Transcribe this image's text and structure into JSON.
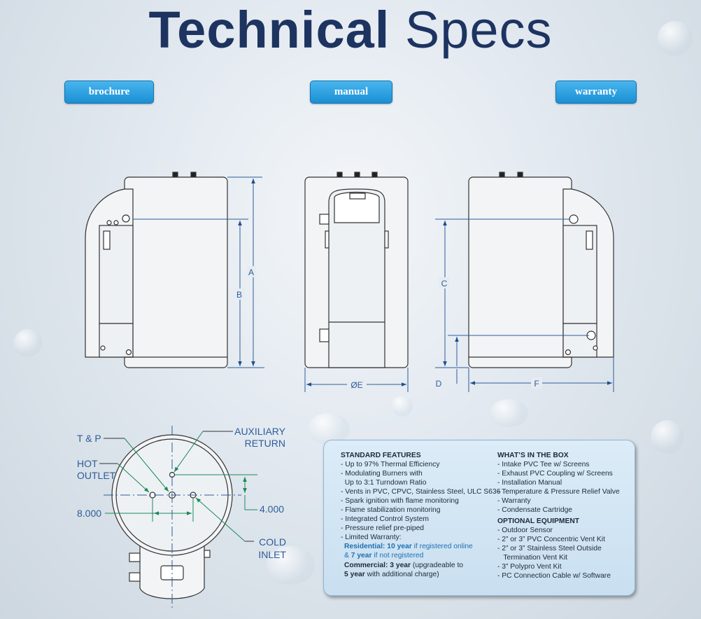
{
  "title": {
    "bold": "Technical",
    "light": "Specs"
  },
  "buttons": {
    "brochure": "brochure",
    "manual": "manual",
    "warranty": "warranty"
  },
  "dimensions": {
    "a": "A",
    "b": "B",
    "c": "C",
    "d": "D",
    "e": "ØE",
    "f": "F"
  },
  "topview": {
    "tp": "T & P",
    "hot1": "HOT",
    "hot2": "OUTLET",
    "aux1": "AUXILIARY",
    "aux2": "RETURN",
    "width": "8.000",
    "height": "4.000",
    "cold1": "COLD",
    "cold2": "INLET"
  },
  "standard": {
    "heading": "STANDARD FEATURES",
    "items": [
      "- Up to 97% Thermal Efficiency",
      "- Modulating Burners with",
      "  Up to 3:1 Turndown Ratio",
      "- Vents in PVC, CPVC, Stainless Steel, ULC S636",
      "- Spark ignition with flame monitoring",
      "- Flame stabilization monitoring",
      "- Integrated Control System",
      "- Pressure relief pre-piped",
      "- Limited Warranty:"
    ],
    "res_label": "Residential:",
    "res_years": "10 year",
    "res_text": " if registered online",
    "res2_amp": "& ",
    "res2_years": "7 year",
    "res2_text": " if not registered",
    "com_label": "Commercial:",
    "com_years": "3 year",
    "com_text": " (upgradeable to",
    "com2_years": "5 year",
    "com2_text": " with additional charge)"
  },
  "box": {
    "heading": "WHAT’S IN THE BOX",
    "items": [
      "- Intake PVC Tee w/ Screens",
      "- Exhaust PVC Coupling w/ Screens",
      "- Installation Manual",
      "- Temperature & Pressure Relief Valve",
      "- Warranty",
      "- Condensate Cartridge"
    ]
  },
  "optional": {
    "heading": "OPTIONAL EQUIPMENT",
    "items": [
      "- Outdoor Sensor",
      "- 2” or 3” PVC Concentric Vent Kit",
      "- 2” or 3” Stainless Steel Outside",
      "   Termination Vent Kit",
      "- 3” Polypro Vent Kit",
      "- PC Connection Cable w/ Software"
    ]
  }
}
